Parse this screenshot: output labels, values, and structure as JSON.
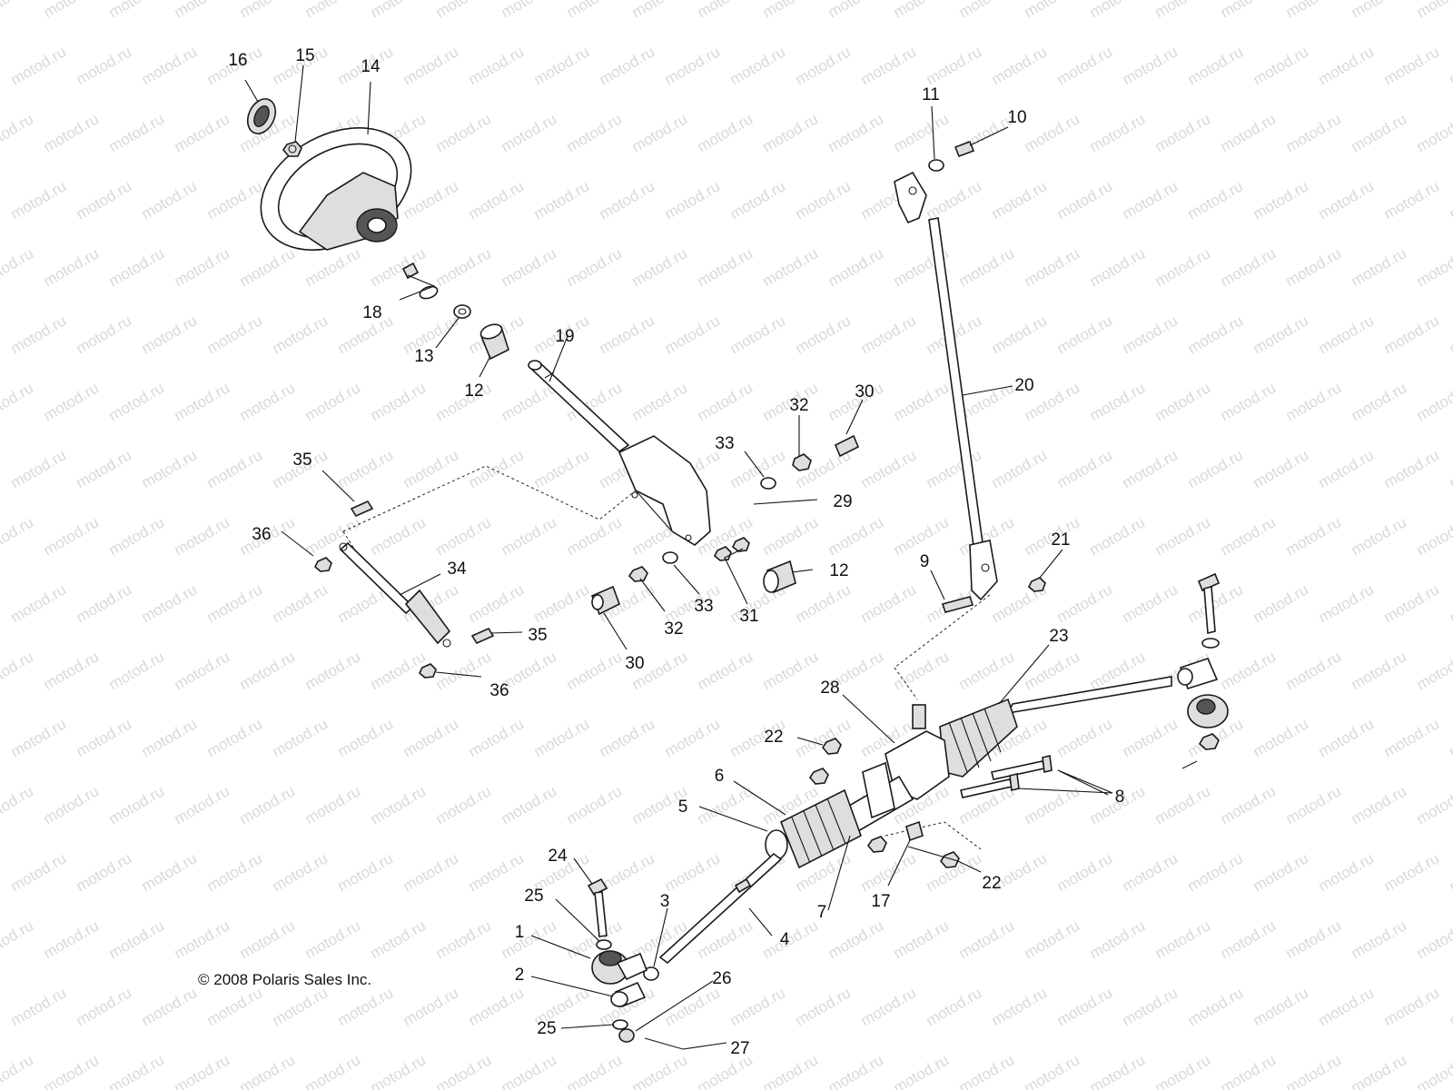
{
  "watermark": "motod.ru",
  "copyright": "© 2008 Polaris Sales Inc.",
  "callouts": [
    "16",
    "15",
    "14",
    "11",
    "10",
    "18",
    "13",
    "19",
    "12",
    "20",
    "32",
    "30",
    "33",
    "35",
    "29",
    "36",
    "21",
    "9",
    "12",
    "34",
    "32",
    "33",
    "31",
    "35",
    "30",
    "36",
    "23",
    "28",
    "22",
    "6",
    "8",
    "5",
    "24",
    "22",
    "25",
    "17",
    "3",
    "7",
    "4",
    "1",
    "2",
    "26",
    "25",
    "27"
  ]
}
